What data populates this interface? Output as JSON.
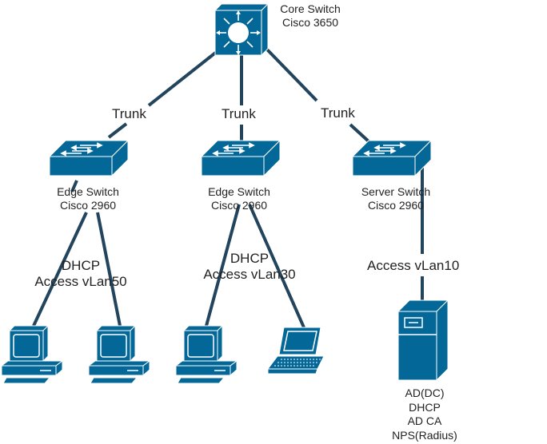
{
  "colors": {
    "device_fill": "#036897",
    "device_dark": "#0a4f73",
    "link": "#23445d",
    "text": "#222222"
  },
  "nodes": {
    "core": {
      "icon": "layer3-switch-icon",
      "line1": "Core Switch",
      "line2": "Cisco 3650"
    },
    "edge1": {
      "icon": "workgroup-switch-icon",
      "line1": "Edge Switch",
      "line2": "Cisco 2960"
    },
    "edge2": {
      "icon": "workgroup-switch-icon",
      "line1": "Edge Switch",
      "line2": "Cisco 2960"
    },
    "server_switch": {
      "icon": "workgroup-switch-icon",
      "line1": "Server Switch",
      "line2": "Cisco 2960"
    },
    "pc1": {
      "icon": "pc-icon"
    },
    "pc2": {
      "icon": "pc-icon"
    },
    "pc3": {
      "icon": "pc-icon"
    },
    "laptop": {
      "icon": "laptop-icon"
    },
    "server": {
      "icon": "server-tower-icon",
      "roles": [
        "AD(DC)",
        "DHCP",
        "AD CA",
        "NPS(Radius)"
      ]
    }
  },
  "links": {
    "trunk1": "Trunk",
    "trunk2": "Trunk",
    "trunk3": "Trunk",
    "access50": {
      "line1": "DHCP",
      "line2": "Access vLan50"
    },
    "access30": {
      "line1": "DHCP",
      "line2": "Access vLan30"
    },
    "access10": "Access vLan10"
  }
}
